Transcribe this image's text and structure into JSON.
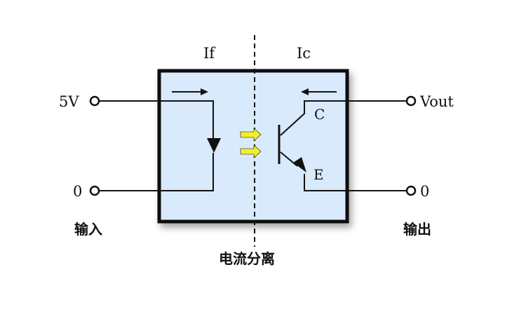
{
  "labels": {
    "if": "If",
    "ic": "Ic",
    "c": "C",
    "e": "E",
    "input_voltage": "5V",
    "input_zero": "0",
    "output_voltage": "Vout",
    "output_zero": "0",
    "input": "输入",
    "output": "输出",
    "isolation": "电流分离"
  },
  "colors": {
    "box_fill": "#d9eafc",
    "box_stroke": "#111111",
    "light_arrows": "#f4ee2a",
    "wire": "#111111"
  },
  "icons": {
    "led": "diode-triangle-icon",
    "transistor": "npn-phototransistor-icon",
    "light": "light-arrow-icon",
    "current": "current-direction-arrow-icon"
  }
}
